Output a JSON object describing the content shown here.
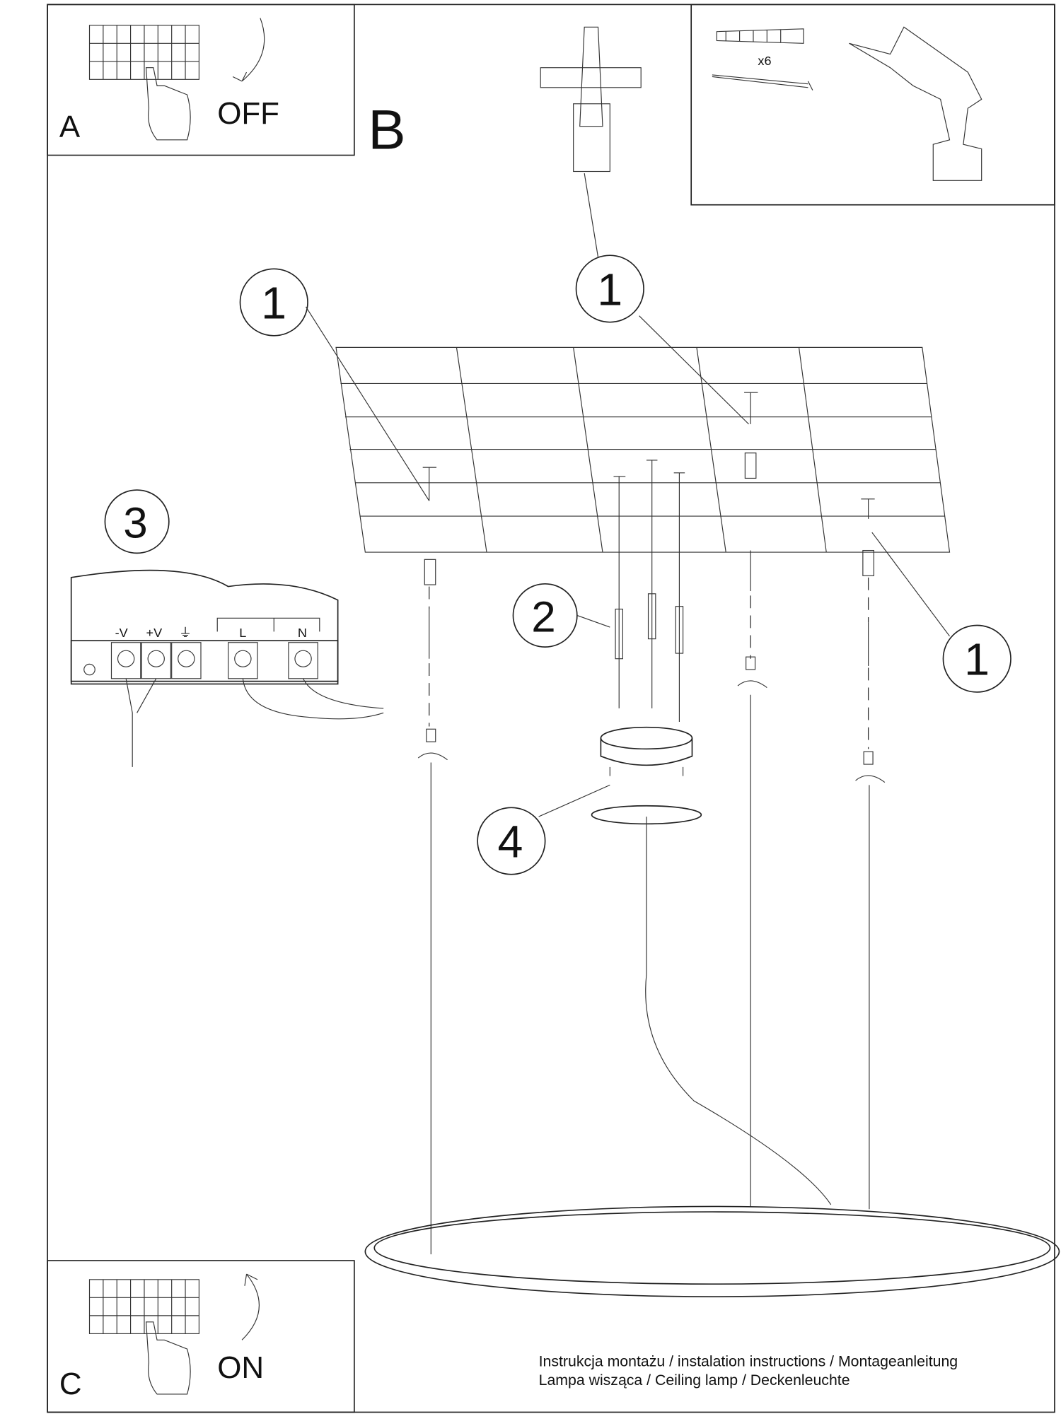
{
  "steps": {
    "a": {
      "letter": "A",
      "label": "OFF"
    },
    "b": {
      "letter": "B"
    },
    "c": {
      "letter": "C",
      "label": "ON"
    }
  },
  "tools": {
    "quantity": "x6"
  },
  "callouts": {
    "part1": "1",
    "part2": "2",
    "part3": "3",
    "part4": "4"
  },
  "terminal_block": {
    "labels": [
      "-V",
      "+V",
      "⏚",
      "L",
      "N"
    ]
  },
  "footer": {
    "line1": "Instrukcja montażu / instalation instructions / Montageanleitung",
    "line2": "Lampa wisząca / Ceiling lamp / Deckenleuchte"
  }
}
